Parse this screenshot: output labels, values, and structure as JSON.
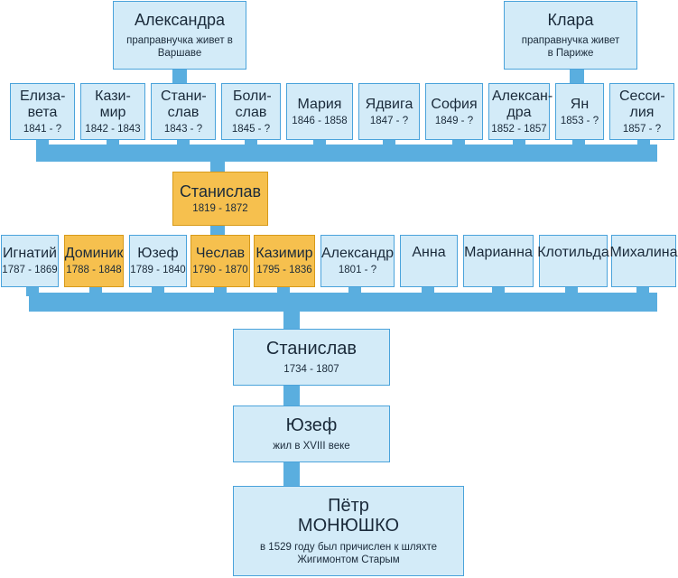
{
  "top_branch": [
    {
      "name": "Александра",
      "note": "праправнучка живет в Варшаве"
    },
    {
      "name": "Клара",
      "note": "праправнучка живет в Париже"
    }
  ],
  "gen3": [
    {
      "name": "Елиза-вета",
      "dates": "1841 - ?"
    },
    {
      "name": "Кази-мир",
      "dates": "1842 - 1843"
    },
    {
      "name": "Стани-слав",
      "dates": "1843 - ?"
    },
    {
      "name": "Боли-слав",
      "dates": "1845 - ?"
    },
    {
      "name": "Мария",
      "dates": "1846 - 1858"
    },
    {
      "name": "Ядвига",
      "dates": "1847 - ?"
    },
    {
      "name": "София",
      "dates": "1849 - ?"
    },
    {
      "name": "Алексан-дра",
      "dates": "1852 - 1857"
    },
    {
      "name": "Ян",
      "dates": "1853 - ?"
    },
    {
      "name": "Сесси-лия",
      "dates": "1857 - ?"
    }
  ],
  "gen2_parent": {
    "name": "Станислав",
    "dates": "1819 - 1872"
  },
  "gen2": [
    {
      "name": "Игнатий",
      "dates": "1787 - 1869"
    },
    {
      "name": "Доминик",
      "dates": "1788 - 1848"
    },
    {
      "name": "Юзеф",
      "dates": "1789 - 1840"
    },
    {
      "name": "Чеслав",
      "dates": "1790 - 1870"
    },
    {
      "name": "Казимир",
      "dates": "1795 - 1836"
    },
    {
      "name": "Александр",
      "dates": "1801 - ?"
    },
    {
      "name": "Анна",
      "dates": ""
    },
    {
      "name": "Марианна",
      "dates": ""
    },
    {
      "name": "Клотильда",
      "dates": ""
    },
    {
      "name": "Михалина",
      "dates": ""
    }
  ],
  "stanislav_elder": {
    "name": "Станислав",
    "dates": "1734 - 1807"
  },
  "juzef": {
    "name": "Юзеф",
    "note": "жил в XVIII веке"
  },
  "piotr": {
    "name": "Пётр",
    "surname": "МОНЮШКО",
    "note": "в 1529 году был причислен к шляхте Жигимонтом Старым"
  },
  "colors": {
    "box_fill": "#d3ebf8",
    "box_border": "#4aa3db",
    "connector": "#5aaedf",
    "highlight": "#f6c04e"
  }
}
